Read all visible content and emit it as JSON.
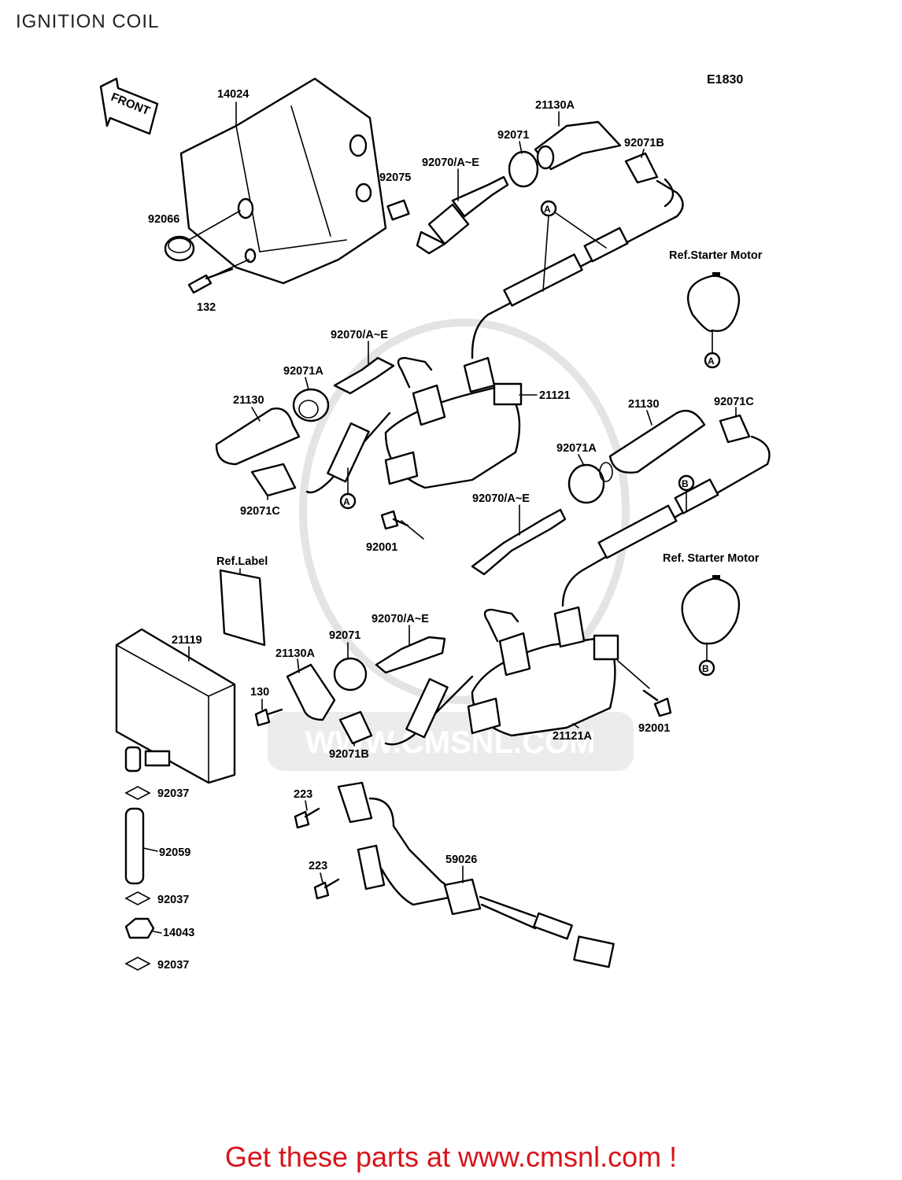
{
  "page": {
    "title": "IGNITION COIL",
    "diagram_code": "E1830",
    "footer": "Get these parts at www.cmsnl.com !",
    "watermark": "WWW.CMSNL.COM"
  },
  "parts": [
    {
      "id": "p14024",
      "label": "14024"
    },
    {
      "id": "p92075",
      "label": "92075"
    },
    {
      "id": "p92066",
      "label": "92066"
    },
    {
      "id": "p132",
      "label": "132"
    },
    {
      "id": "p21130A_top",
      "label": "21130A"
    },
    {
      "id": "p92071_top",
      "label": "92071"
    },
    {
      "id": "p92071B_top",
      "label": "92071B"
    },
    {
      "id": "p92070_top",
      "label": "92070/A~E"
    },
    {
      "id": "ref_starter_a",
      "label": "Ref.Starter Motor"
    },
    {
      "id": "p92070_mid_left",
      "label": "92070/A~E"
    },
    {
      "id": "p92071A_left",
      "label": "92071A"
    },
    {
      "id": "p21130_left",
      "label": "21130"
    },
    {
      "id": "p92071C_left",
      "label": "92071C"
    },
    {
      "id": "p21121",
      "label": "21121"
    },
    {
      "id": "p92001_mid",
      "label": "92001"
    },
    {
      "id": "p21130_right",
      "label": "21130"
    },
    {
      "id": "p92071C_right",
      "label": "92071C"
    },
    {
      "id": "p92071A_right",
      "label": "92071A"
    },
    {
      "id": "p92070_mid_right",
      "label": "92070/A~E"
    },
    {
      "id": "ref_label",
      "label": "Ref.Label"
    },
    {
      "id": "ref_starter_b",
      "label": "Ref. Starter Motor"
    },
    {
      "id": "p21119",
      "label": "21119"
    },
    {
      "id": "p92070_low",
      "label": "92070/A~E"
    },
    {
      "id": "p92071_low",
      "label": "92071"
    },
    {
      "id": "p21130A_low",
      "label": "21130A"
    },
    {
      "id": "p130",
      "label": "130"
    },
    {
      "id": "p92071B_low",
      "label": "92071B"
    },
    {
      "id": "p21121A",
      "label": "21121A"
    },
    {
      "id": "p92001_low",
      "label": "92001"
    },
    {
      "id": "p92037_a",
      "label": "92037"
    },
    {
      "id": "p92059",
      "label": "92059"
    },
    {
      "id": "p92037_b",
      "label": "92037"
    },
    {
      "id": "p14043",
      "label": "14043"
    },
    {
      "id": "p92037_c",
      "label": "92037"
    },
    {
      "id": "p223_a",
      "label": "223"
    },
    {
      "id": "p223_b",
      "label": "223"
    },
    {
      "id": "p59026",
      "label": "59026"
    }
  ],
  "markers": {
    "a": "A",
    "b": "B"
  },
  "front_arrow": "FRONT"
}
